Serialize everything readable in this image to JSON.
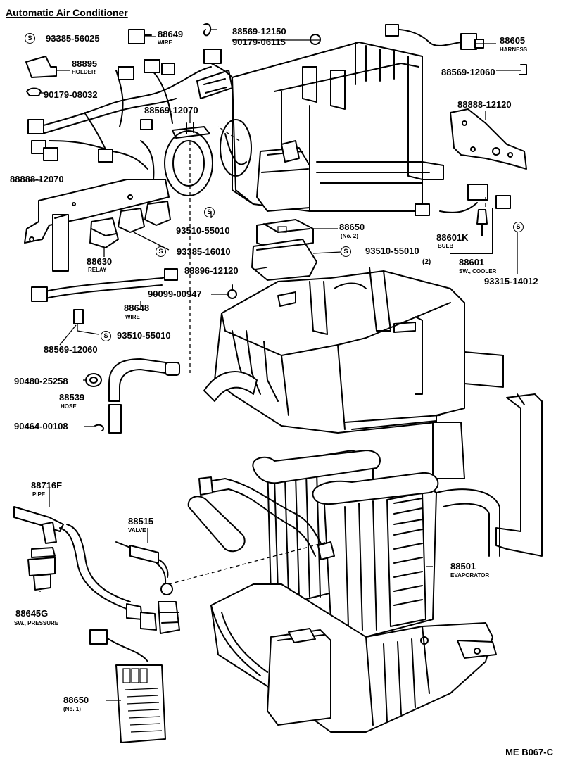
{
  "title": "Automatic Air Conditioner",
  "diagram_code": "ME B067-C",
  "parts": [
    {
      "number": "93385-56025",
      "s_mark": true
    },
    {
      "number": "88649",
      "name": "WIRE"
    },
    {
      "number": "88569-12150"
    },
    {
      "number": "90179-06115"
    },
    {
      "number": "88605",
      "name": "HARNESS"
    },
    {
      "number": "88895",
      "name": "HOLDER"
    },
    {
      "number": "90179-08032"
    },
    {
      "number": "88569-12070"
    },
    {
      "number": "88569-12060"
    },
    {
      "number": "88888-12120"
    },
    {
      "number": "88888-12070"
    },
    {
      "number": "88630",
      "name": "RELAY"
    },
    {
      "number": "93510-55010",
      "s_mark": true
    },
    {
      "number": "88650",
      "name": "(No. 2)"
    },
    {
      "number": "93385-16010",
      "s_mark": true
    },
    {
      "number": "93510-55010",
      "name": "(2)",
      "s_mark": true
    },
    {
      "number": "88601K",
      "name": "BULB"
    },
    {
      "number": "88896-12120"
    },
    {
      "number": "88601",
      "name": "SW., COOLER"
    },
    {
      "number": "93315-14012",
      "s_mark": true
    },
    {
      "number": "90099-00947"
    },
    {
      "number": "88648",
      "name": "WIRE"
    },
    {
      "number": "93510-55010",
      "s_mark": true
    },
    {
      "number": "88569-12060"
    },
    {
      "number": "90480-25258"
    },
    {
      "number": "88539",
      "name": "HOSE"
    },
    {
      "number": "90464-00108"
    },
    {
      "number": "88716F",
      "name": "PIPE"
    },
    {
      "number": "88515",
      "name": "VALVE"
    },
    {
      "number": "88501",
      "name": "EVAPORATOR"
    },
    {
      "number": "88645G",
      "name": "SW., PRESSURE"
    },
    {
      "number": "88650",
      "name": "(No. 1)"
    }
  ],
  "s_mark_text": "S"
}
